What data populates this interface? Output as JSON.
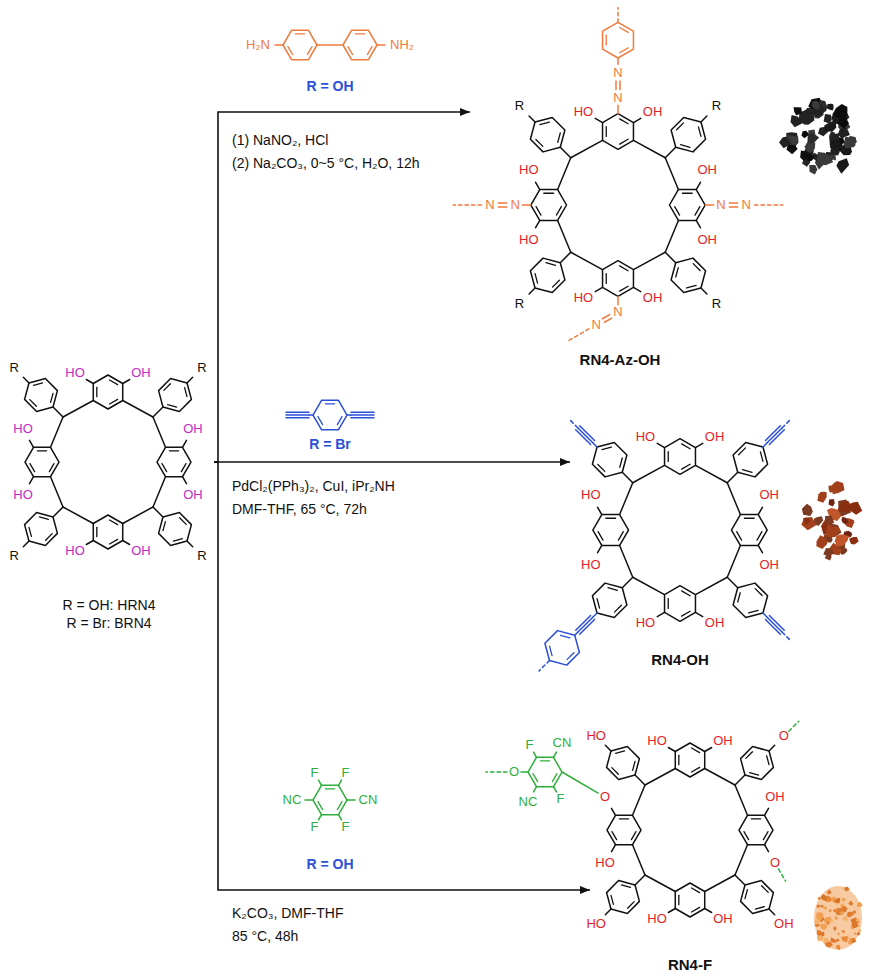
{
  "diagram": {
    "nodes": [
      {
        "text": [
          "R = OH: HRN4",
          "R = Br: BRN4"
        ]
      },
      {
        "text": [
          "RN4-Az-OH"
        ]
      },
      {
        "text": [
          "RN4-OH"
        ]
      },
      {
        "text": [
          "RN4-F"
        ]
      }
    ],
    "edges": [
      {
        "from": 0,
        "to": 1,
        "arrow": "to"
      },
      {
        "from": 0,
        "to": 2,
        "arrow": "to"
      },
      {
        "from": 0,
        "to": 3,
        "arrow": "to"
      }
    ],
    "labels": [
      "H₂N",
      "NH₂",
      "R = OH",
      "(1) NaNO₂, HCl",
      "(2) Na₂CO₃, 0~5 °C, H₂O, 12h",
      "N",
      "N",
      "R",
      "HO",
      "OH",
      "R",
      "HO",
      "OH",
      "N",
      "N",
      "N",
      "N",
      "HO",
      "OH",
      "R",
      "HO",
      "OH",
      "R",
      "N",
      "N",
      "R = Br",
      "PdCl₂(PPh₃)₂, CuI, iPr₂NH",
      "DMF-THF, 65 °C, 72h",
      "HO",
      "OH",
      "HO",
      "OH",
      "HO",
      "OH",
      "HO",
      "OH",
      "R",
      "HO",
      "OH",
      "R",
      "HO",
      "OH",
      "HO",
      "OH",
      "R",
      "HO",
      "OH",
      "R",
      "F",
      "F",
      "NC",
      "CN",
      "F",
      "F",
      "R = OH",
      "K₂CO₃, DMF-THF",
      "85 °C, 48h",
      "F",
      "CN",
      "O",
      "NC",
      "F",
      "HO",
      "HO",
      "OH",
      "O",
      "O",
      "OH",
      "HO",
      "O",
      "HO",
      "HO",
      "OH",
      "OH"
    ]
  }
}
